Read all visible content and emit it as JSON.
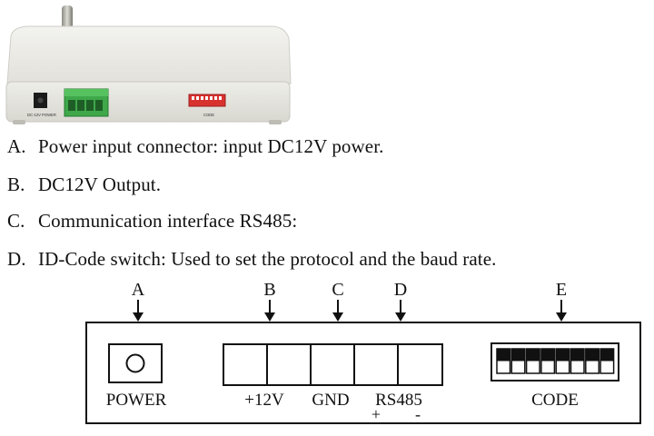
{
  "device_photo": {
    "panel_labels": [
      "DC-12V POWER",
      "CODE"
    ]
  },
  "legend": [
    {
      "letter": "A.",
      "text": "Power input connector: input DC12V power."
    },
    {
      "letter": "B.",
      "text": "DC12V Output."
    },
    {
      "letter": "C.",
      "text": "Communication interface RS485:"
    },
    {
      "letter": "D.",
      "text": "ID-Code switch: Used to set the protocol and the baud rate."
    }
  ],
  "diagram": {
    "callouts": [
      "A",
      "B",
      "C",
      "D",
      "E"
    ],
    "labels": {
      "power": "POWER",
      "v12": "+12V",
      "gnd": "GND",
      "rs485": "RS485",
      "plus": "+",
      "minus": "-",
      "code": "CODE"
    },
    "dip_switch_count": 8
  }
}
